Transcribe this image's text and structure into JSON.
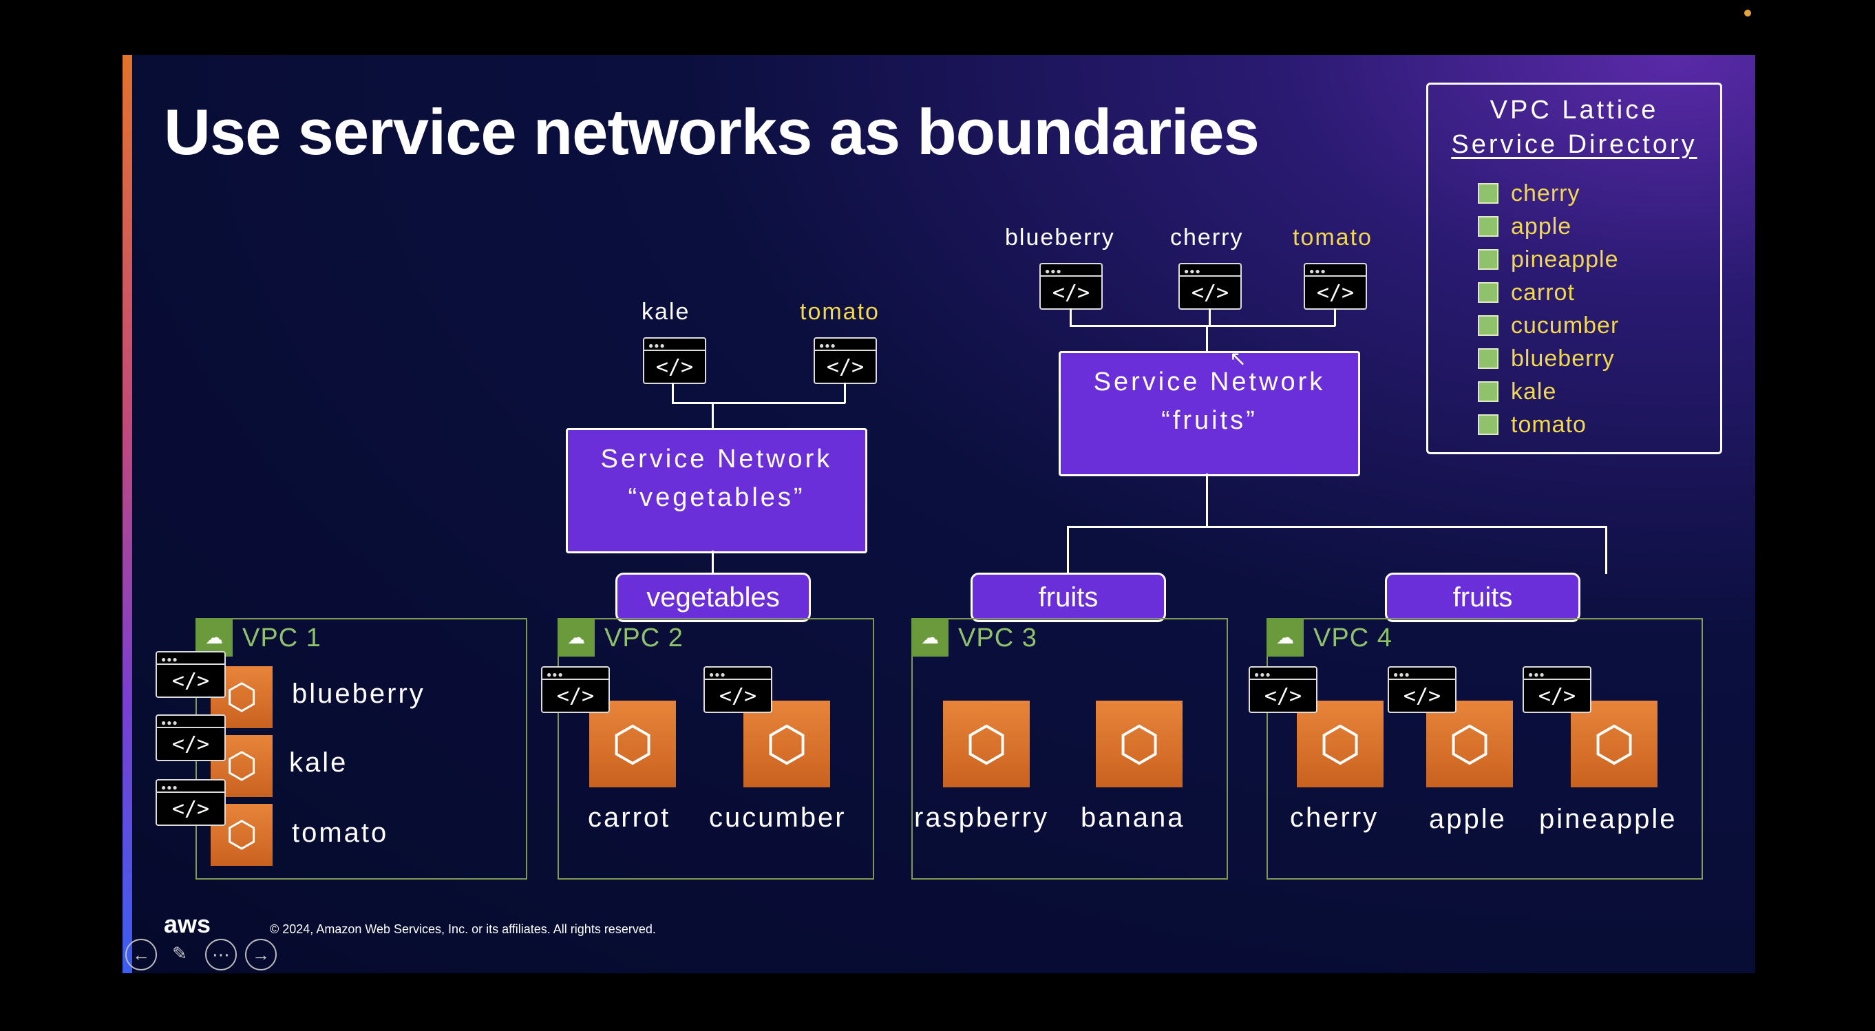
{
  "slide": {
    "title": "Use service networks as boundaries",
    "footer": "© 2024, Amazon Web Services, Inc. or its affiliates. All rights reserved.",
    "logo": "aws"
  },
  "directory": {
    "title_line1": "VPC Lattice",
    "title_line2": "Service Directory",
    "items": [
      "cherry",
      "apple",
      "pineapple",
      "carrot",
      "cucumber",
      "blueberry",
      "kale",
      "tomato"
    ]
  },
  "service_networks": {
    "vegetables": {
      "line1": "Service Network",
      "line2": "“vegetables”",
      "services": [
        "kale",
        "tomato"
      ]
    },
    "fruits": {
      "line1": "Service Network",
      "line2": "“fruits”",
      "services": [
        "blueberry",
        "cherry",
        "tomato"
      ]
    }
  },
  "associations": {
    "vpc2": "vegetables",
    "vpc3": "fruits",
    "vpc4": "fruits"
  },
  "vpcs": [
    {
      "name": "VPC 1",
      "workloads": [
        "blueberry",
        "kale",
        "tomato"
      ]
    },
    {
      "name": "VPC 2",
      "workloads": [
        "carrot",
        "cucumber"
      ]
    },
    {
      "name": "VPC 3",
      "workloads": [
        "raspberry",
        "banana"
      ]
    },
    {
      "name": "VPC 4",
      "workloads": [
        "cherry",
        "apple",
        "pineapple"
      ]
    }
  ],
  "code_icon_text": "</>",
  "colors": {
    "accent": "#6a2fd8",
    "vpc_green": "#8fc26a",
    "highlight_yellow": "#f2d94a",
    "compute_orange": "#e8843a"
  },
  "icons": [
    "cloud-lock-icon",
    "code-service-icon",
    "ec2-instance-icon",
    "ecs-icon",
    "eks-icon",
    "back-icon",
    "pen-icon",
    "more-icon",
    "forward-icon"
  ]
}
